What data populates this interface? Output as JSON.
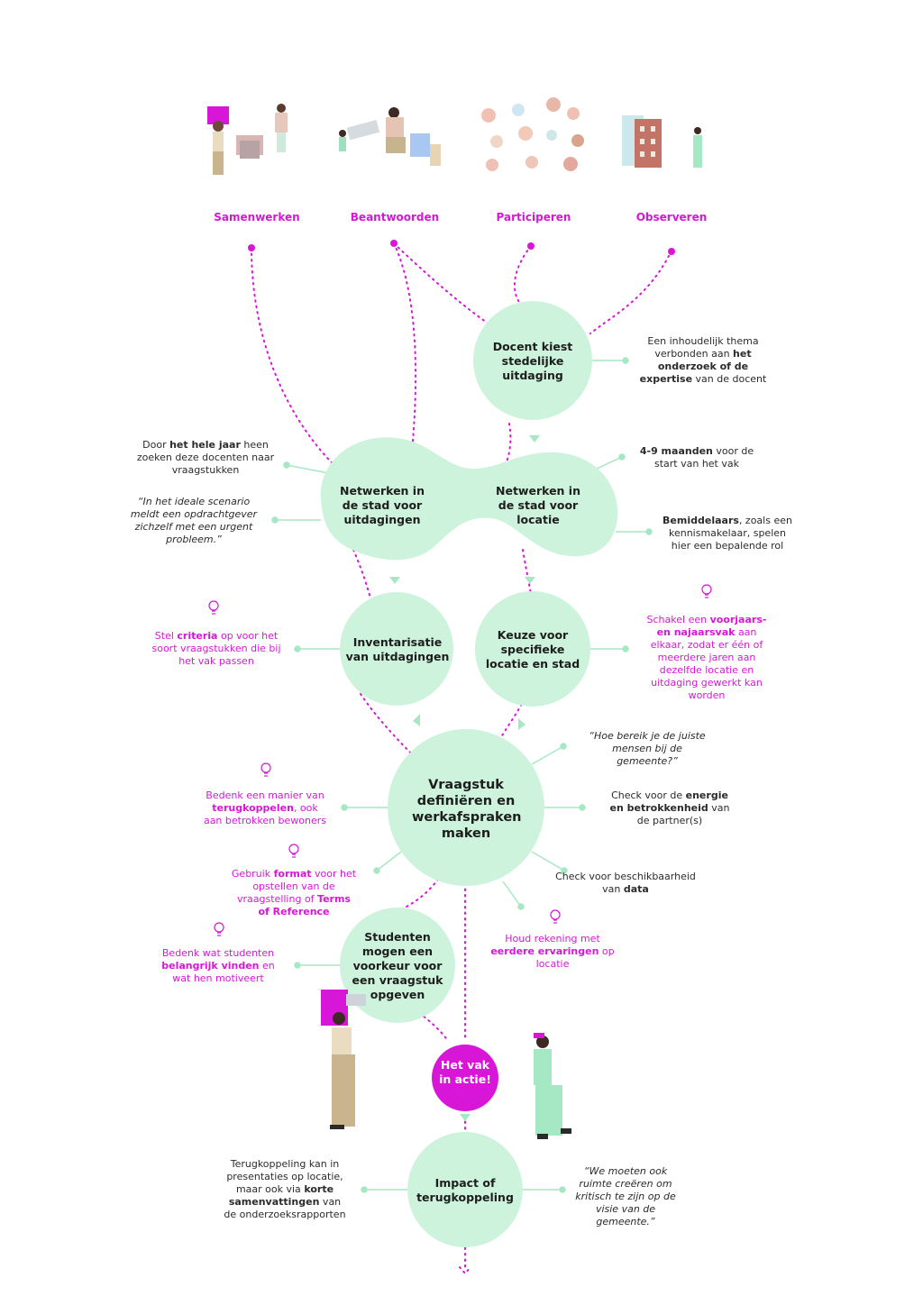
{
  "categories": [
    {
      "label": "Samenwerken"
    },
    {
      "label": "Beantwoorden"
    },
    {
      "label": "Participeren"
    },
    {
      "label": "Observeren"
    }
  ],
  "nodes": {
    "docent": "Docent kiest stedelijke uitdaging",
    "netwerk_uitdagingen": "Netwerken in de stad voor uitdagingen",
    "netwerk_locatie": "Netwerken in de stad voor locatie",
    "inventarisatie": "Inventarisatie van uitdagingen",
    "keuze_locatie": "Keuze voor specifieke locatie en stad",
    "vraagstuk": "Vraagstuk definiëren en werkafspraken maken",
    "studenten": "Studenten mogen een voorkeur voor een vraagstuk opgeven",
    "vak_in_actie": "Het vak in actie!",
    "impact": "Impact of terugkoppeling"
  },
  "notes": {
    "thema": {
      "t1": "Een inhoudelijk thema verbonden aan ",
      "b1": "het onderzoek of de expertise",
      "t2": " van de docent"
    },
    "hele_jaar": {
      "t1": "Door ",
      "b1": "het hele jaar",
      "t2": " heen zoeken deze docenten naar vraagstukken"
    },
    "ideale_scenario": "“In het ideale scenario meldt een opdrachtgever zichzelf met een urgent probleem.”",
    "maanden": {
      "b1": "4-9 maanden",
      "t1": " voor de start van het vak"
    },
    "bemiddelaars": {
      "b1": "Bemiddelaars",
      "t1": ", zoals een kennismakelaar, spelen hier een bepalende rol"
    },
    "criteria": {
      "t1": "Stel ",
      "b1": "criteria",
      "t2": " op voor het soort vraagstukken die bij het vak passen"
    },
    "schakel": {
      "t1": "Schakel een ",
      "b1": "voorjaars- en najaarsvak",
      "t2": " aan elkaar, zodat er één of meerdere jaren aan dezelfde locatie en uitdaging gewerkt kan worden"
    },
    "bereik": "“Hoe bereik je de juiste mensen bij de gemeente?”",
    "terugkoppelen": {
      "t1": "Bedenk een manier van ",
      "b1": "terugkoppelen",
      "t2": ", ook aan betrokken bewoners"
    },
    "energie": {
      "t1": "Check voor de ",
      "b1": "energie en betrokkenheid",
      "t2": " van de partner(s)"
    },
    "format": {
      "t1": "Gebruik ",
      "b1": "format",
      "t2": " voor het opstellen van de vraagstelling of ",
      "b2": "Terms of Reference"
    },
    "data": {
      "t1": "Check voor beschikbaarheid van ",
      "b1": "data"
    },
    "ervaringen": {
      "t1": "Houd rekening met ",
      "b1": "eerdere ervaringen",
      "t2": " op locatie"
    },
    "motiveert": {
      "t1": "Bedenk wat studenten ",
      "b1": "belangrijk vinden",
      "t2": " en wat hen motiveert"
    },
    "terugkoppeling_presentaties": {
      "t1": "Terugkoppeling kan in presentaties op locatie, maar ook via ",
      "b1": "korte samenvattingen",
      "t2": " van de onderzoeksrapporten"
    },
    "ruimte": "“We moeten ook ruimte creëren om kritisch te zijn op de visie van de gemeente.”"
  },
  "colors": {
    "accent": "#d816d8",
    "node": "#cdf3dc",
    "connector": "#a6e8c3",
    "text": "#1d1d1d"
  },
  "icons": [
    "puzzle-person-icon",
    "laptop-person-icon",
    "faces-collage-icon",
    "building-observer-icon",
    "lightbulb-icon"
  ]
}
